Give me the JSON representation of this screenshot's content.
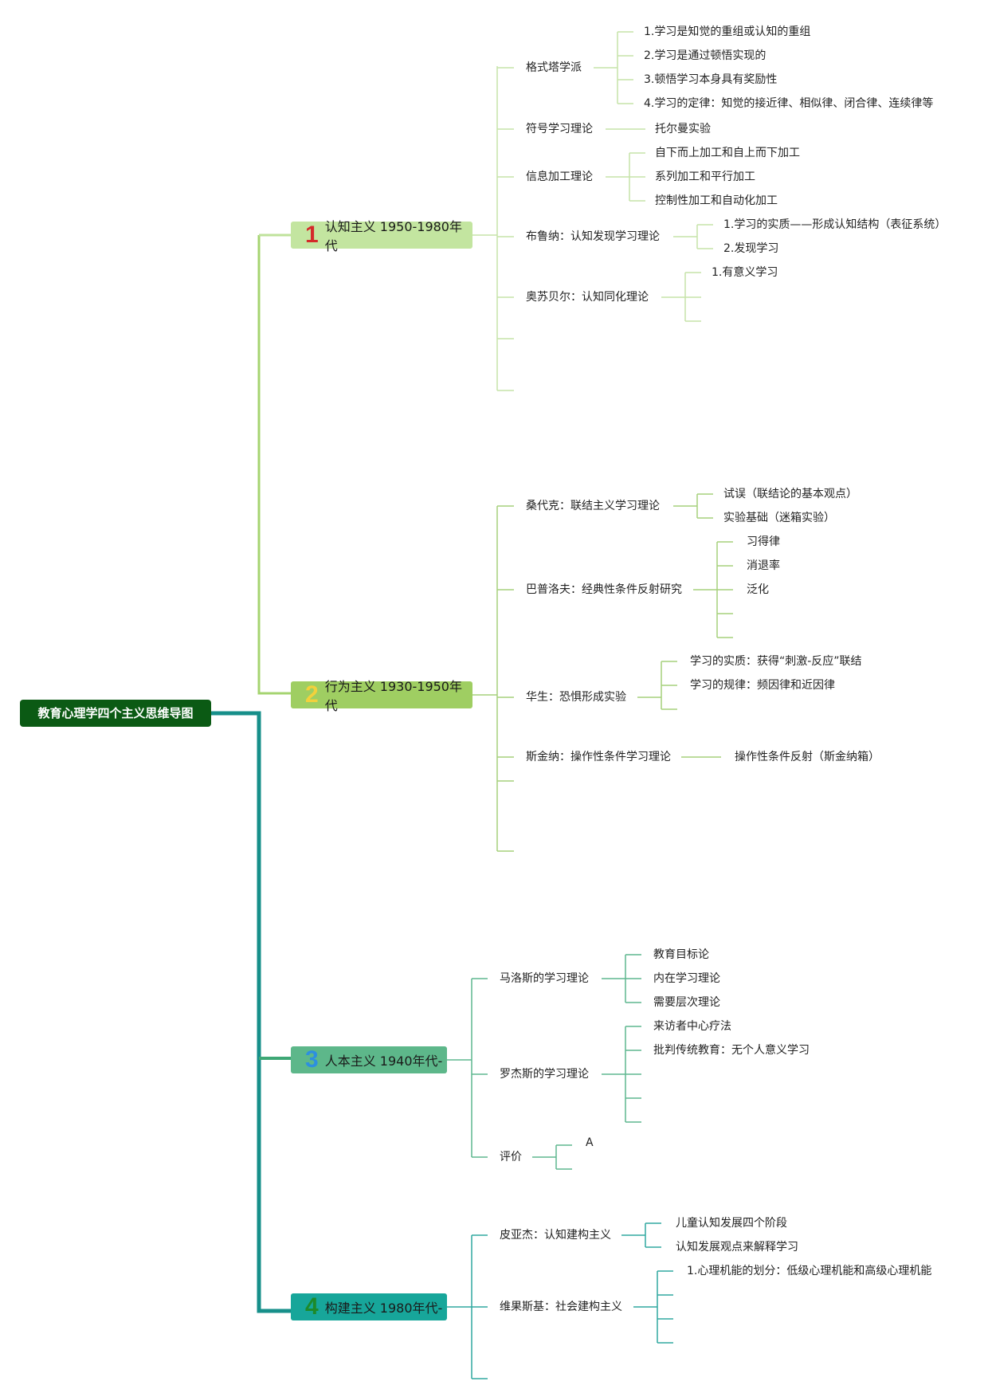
{
  "root": {
    "label": "教育心理学四个主义思维导图"
  },
  "branches": [
    {
      "num": "1",
      "label": "认知主义 1950-1980年代",
      "color": "#c3e5a0",
      "num_color": "#d42a2a",
      "children": [
        {
          "label": "格式塔学派",
          "children": [
            "1.学习是知觉的重组或认知的重组",
            "2.学习是通过顿悟实现的",
            "3.顿悟学习本身具有奖励性",
            "4.学习的定律：知觉的接近律、相似律、闭合律、连续律等"
          ]
        },
        {
          "label": "符号学习理论",
          "children": [
            "托尔曼实验"
          ]
        },
        {
          "label": "信息加工理论",
          "children": [
            "自下而上加工和自上而下加工",
            "系列加工和平行加工",
            "控制性加工和自动化加工"
          ]
        },
        {
          "label": "布鲁纳：认知发现学习理论",
          "children": [
            "1.学习的实质——形成认知结构（表征系统）",
            "2.发现学习"
          ]
        },
        {
          "label": "奥苏贝尔：认知同化理论",
          "children": [
            "1.有意义学习"
          ]
        }
      ]
    },
    {
      "num": "2",
      "label": "行为主义 1930-1950年代",
      "color": "#9fce62",
      "num_color": "#f2d13c",
      "children": [
        {
          "label": "桑代克：联结主义学习理论",
          "children": [
            "试误（联结论的基本观点）",
            "实验基础（迷箱实验）"
          ]
        },
        {
          "label": "巴普洛夫：经典性条件反射研究",
          "children": [
            "习得律",
            "消退率",
            "泛化"
          ]
        },
        {
          "label": "华生：恐惧形成实验",
          "children": [
            "学习的实质：获得“刺激-反应”联结",
            "学习的规律：频因律和近因律"
          ]
        },
        {
          "label": "斯金纳：操作性条件学习理论",
          "children": [
            "操作性条件反射（斯金纳箱）"
          ]
        }
      ]
    },
    {
      "num": "3",
      "label": "人本主义 1940年代-",
      "color": "#5db78a",
      "num_color": "#2d8fe0",
      "children": [
        {
          "label": "马洛斯的学习理论",
          "children": [
            "教育目标论",
            "内在学习理论",
            "需要层次理论"
          ]
        },
        {
          "label": "罗杰斯的学习理论",
          "children": [
            "来访者中心疗法",
            "批判传统教育：无个人意义学习"
          ]
        },
        {
          "label": "评价",
          "children": [
            "A"
          ]
        }
      ]
    },
    {
      "num": "4",
      "label": "构建主义 1980年代-",
      "color": "#17a69a",
      "num_color": "#1d8a2a",
      "children": [
        {
          "label": "皮亚杰：认知建构主义",
          "children": [
            "儿童认知发展四个阶段",
            "认知发展观点来解释学习"
          ]
        },
        {
          "label": "维果斯基：社会建构主义",
          "children": [
            "1.心理机能的划分：低级心理机能和高级心理机能"
          ]
        }
      ]
    }
  ]
}
